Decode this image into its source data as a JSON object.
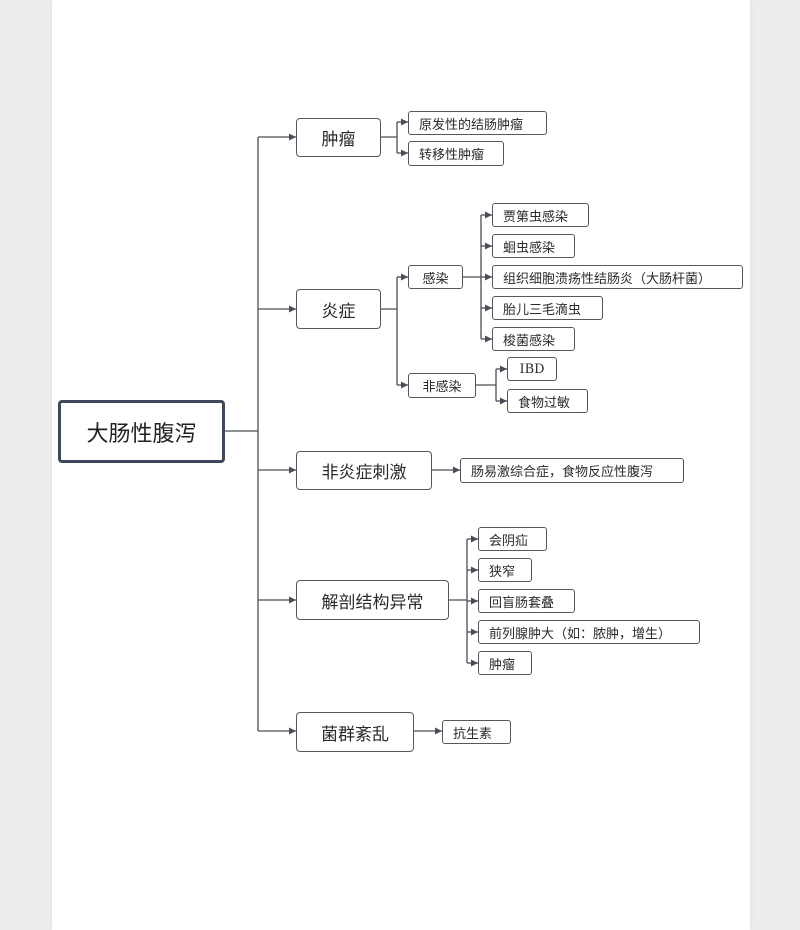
{
  "root": "大肠性腹泻",
  "branches": {
    "tumor": {
      "label": "肿瘤",
      "items": [
        "原发性的结肠肿瘤",
        "转移性肿瘤"
      ]
    },
    "inflammation": {
      "label": "炎症",
      "infection": {
        "label": "感染",
        "items": [
          "贾第虫感染",
          "蛔虫感染",
          "组织细胞溃疡性结肠炎（大肠杆菌）",
          "胎儿三毛滴虫",
          "梭菌感染"
        ]
      },
      "noninfection": {
        "label": "非感染",
        "items": [
          "IBD",
          "食物过敏"
        ]
      }
    },
    "noninflammatory": {
      "label": "非炎症刺激",
      "items": [
        "肠易激综合症，食物反应性腹泻"
      ]
    },
    "anatomical": {
      "label": "解剖结构异常",
      "items": [
        "会阴疝",
        "狭窄",
        "回盲肠套叠",
        "前列腺肿大（如：脓肿，增生）",
        "肿瘤"
      ]
    },
    "dysbiosis": {
      "label": "菌群紊乱",
      "items": [
        "抗生素"
      ]
    }
  },
  "colors": {
    "line": "#4a4f57",
    "root_border": "#3e4a5c",
    "node_border": "#55595f",
    "background": "#ecedef",
    "paper": "#ffffff"
  }
}
